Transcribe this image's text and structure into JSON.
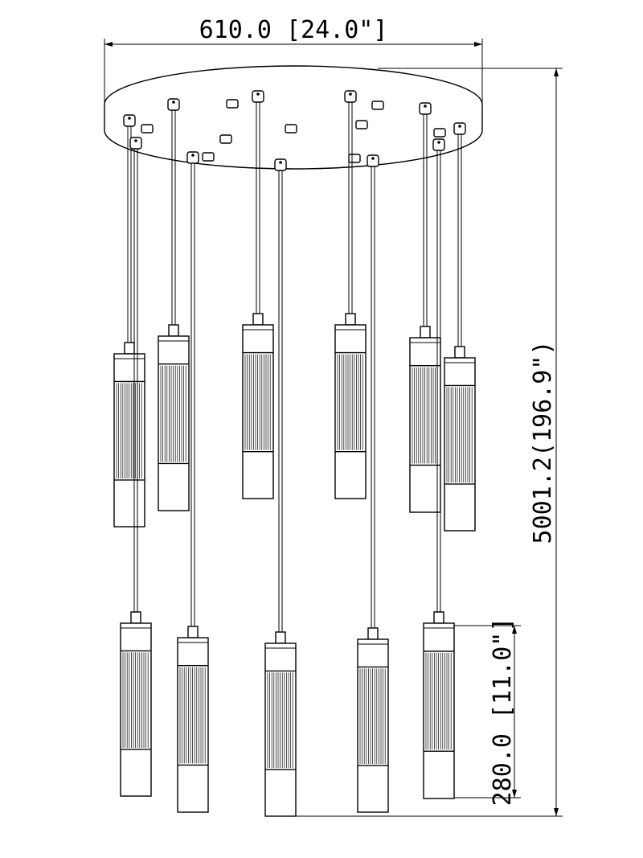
{
  "diagram": {
    "dimensions": {
      "width_label": "610.0 [24.0\"]",
      "height_label": "5001.2(196.9\")",
      "pendant_label": "280.0 [11.0\"]"
    },
    "colors": {
      "line": "#000000",
      "background": "#ffffff"
    },
    "pendant_count": 11
  }
}
